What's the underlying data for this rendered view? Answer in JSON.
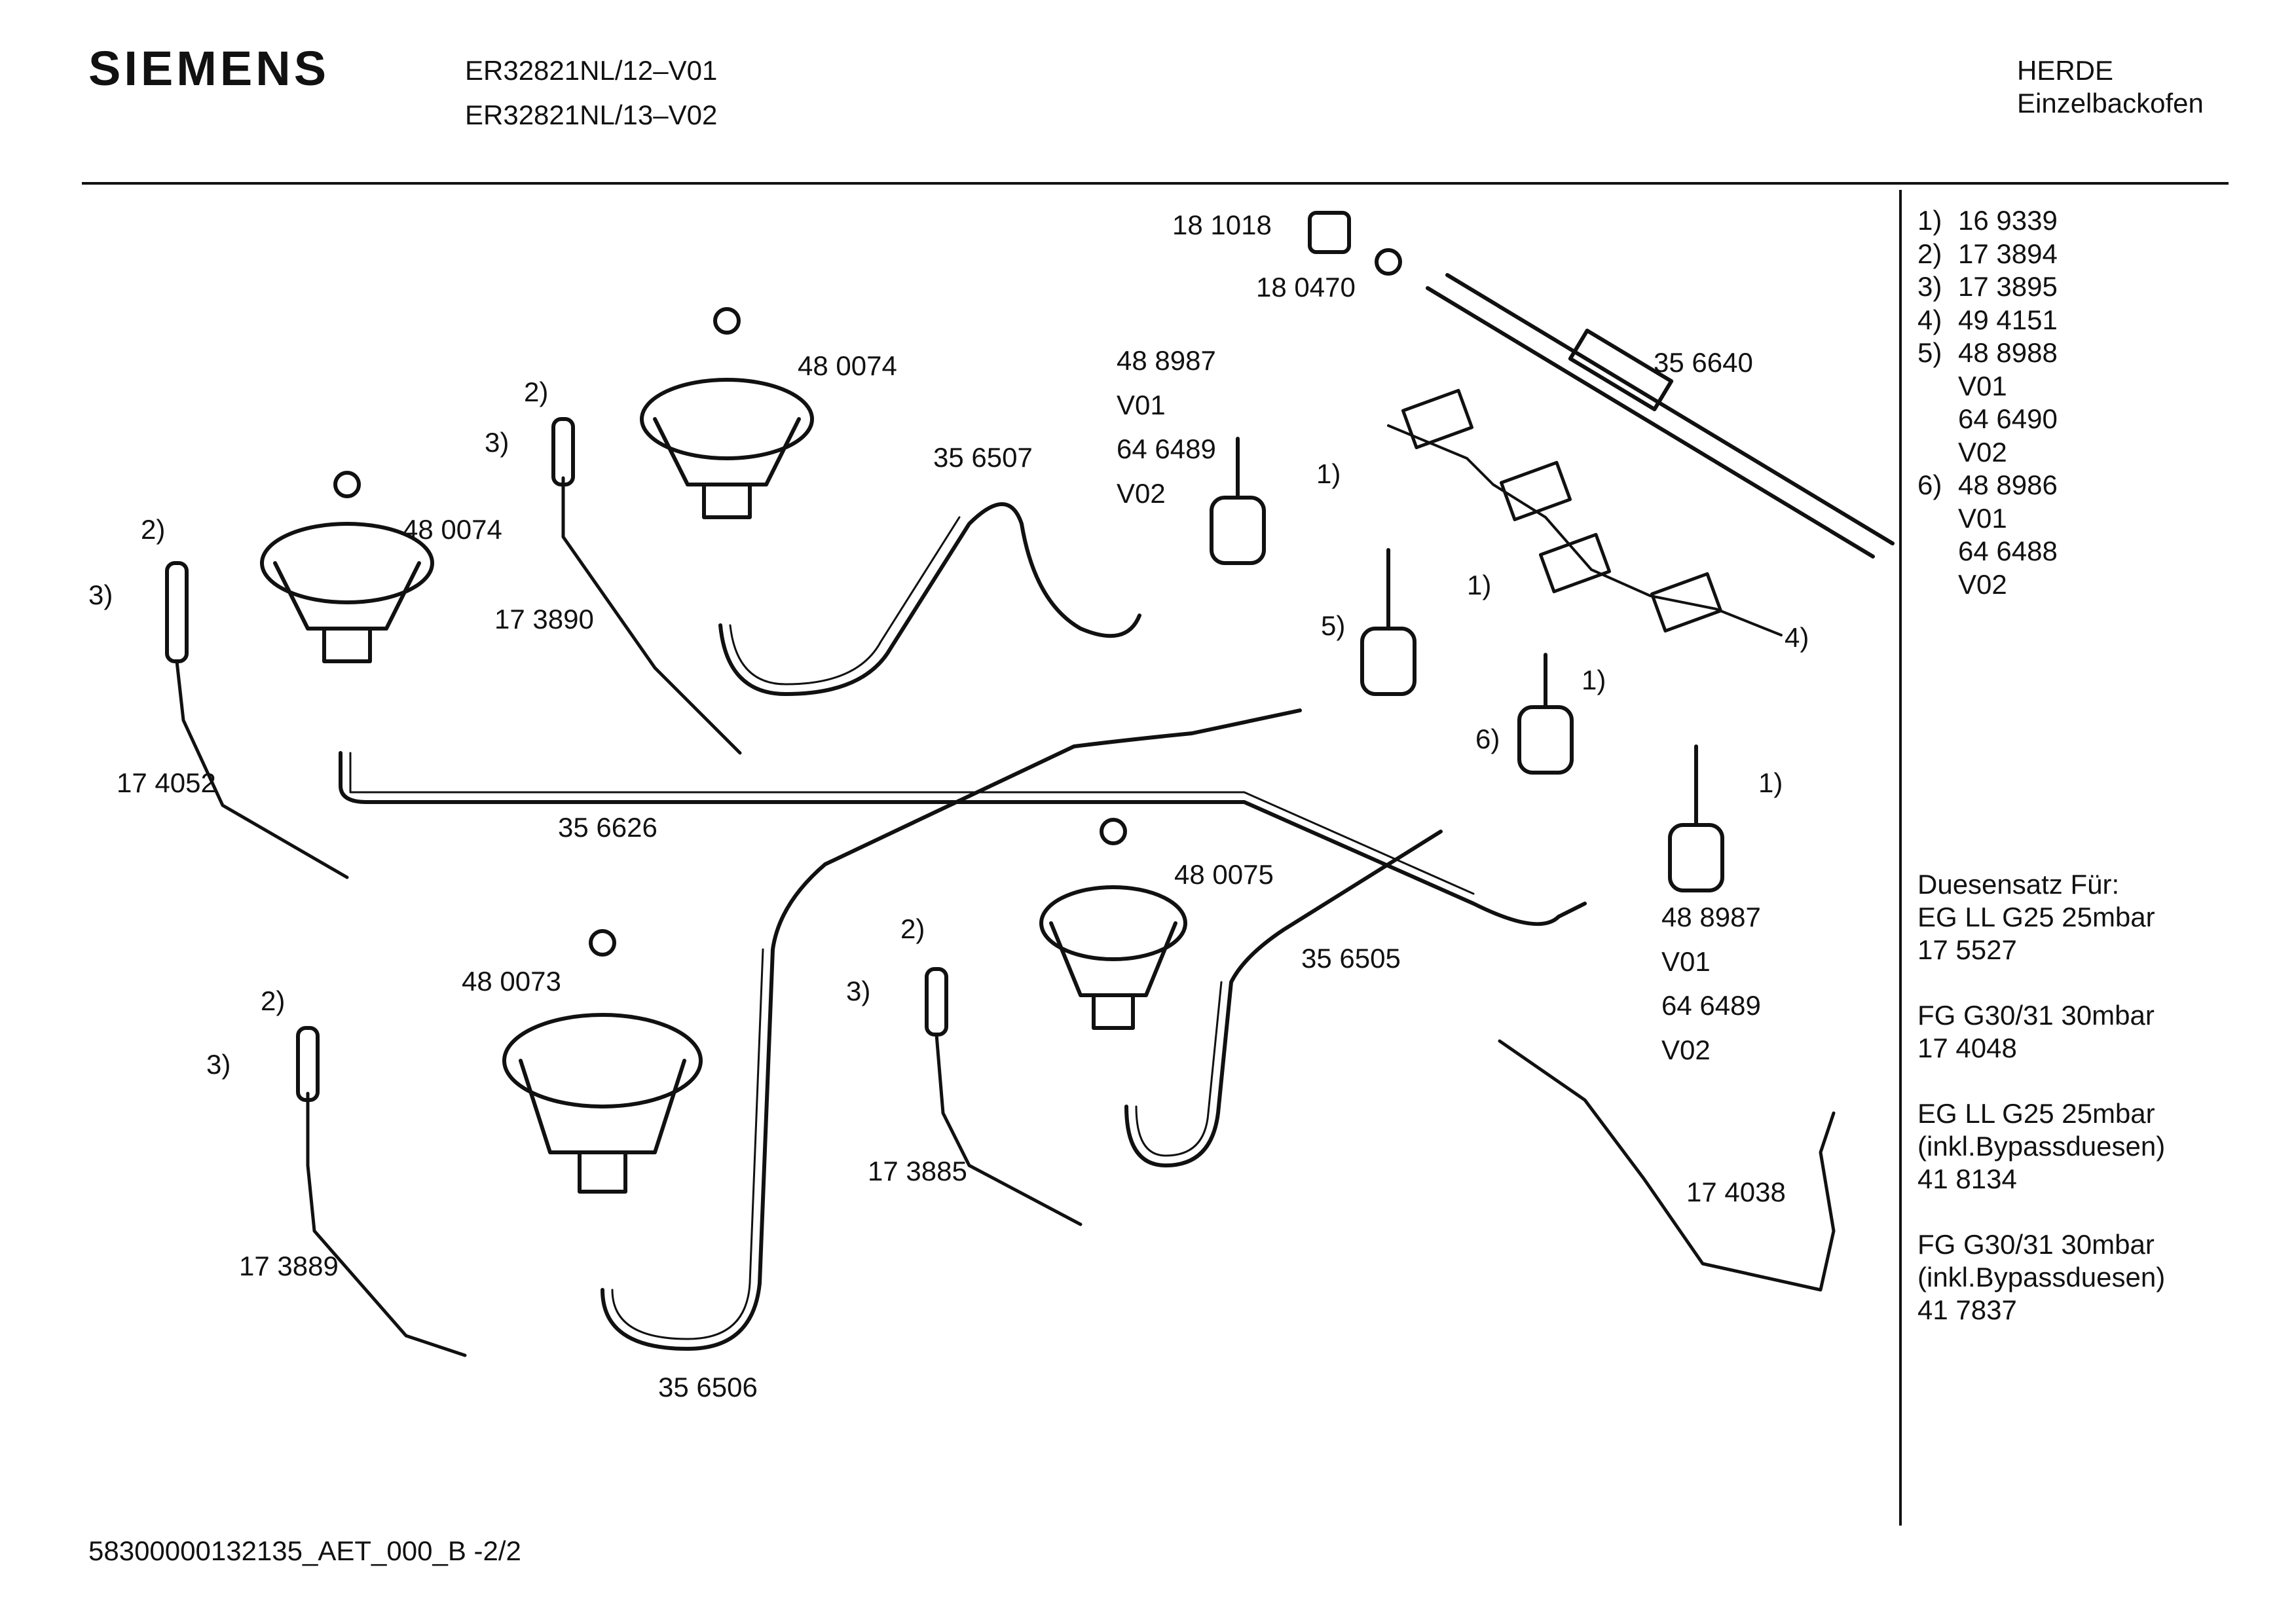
{
  "header": {
    "brand": "SIEMENS",
    "models": [
      "ER32821NL/12–V01",
      "ER32821NL/13–V02"
    ],
    "category": "HERDE",
    "subcategory": "Einzelbackofen"
  },
  "part_labels": {
    "p181018": "18 1018",
    "p180470": "18 0470",
    "p356640": "35 6640",
    "p480074a": "48 0074",
    "p488987a": "48 8987",
    "v01a": "V01",
    "p646489a": "64 6489",
    "v02a": "V02",
    "p356507": "35 6507",
    "n2a": "2)",
    "n3a": "3)",
    "n1a": "1)",
    "n2b": "2)",
    "n3b": "3)",
    "p480074b": "48 0074",
    "n1b": "1)",
    "n5": "5)",
    "p173890": "17 3890",
    "n1c": "1)",
    "n6": "6)",
    "n4": "4)",
    "p174052": "17 4052",
    "p356626": "35 6626",
    "n1d": "1)",
    "p480075": "48 0075",
    "n2c": "2)",
    "n3c": "3)",
    "p488987b": "48 8987",
    "v01b": "V01",
    "p646489b": "64 6489",
    "v02b": "V02",
    "p356505": "35 6505",
    "p480073": "48 0073",
    "n2d": "2)",
    "n3d": "3)",
    "p173885": "17 3885",
    "p174038": "17 4038",
    "p173889": "17 3889",
    "p356506": "35 6506"
  },
  "reference_list": [
    {
      "index": "1)",
      "lines": [
        "16 9339"
      ]
    },
    {
      "index": "2)",
      "lines": [
        "17 3894"
      ]
    },
    {
      "index": "3)",
      "lines": [
        "17 3895"
      ]
    },
    {
      "index": "4)",
      "lines": [
        "49 4151"
      ]
    },
    {
      "index": "5)",
      "lines": [
        "48 8988",
        "V01",
        "64 6490",
        "V02"
      ]
    },
    {
      "index": "6)",
      "lines": [
        "48 8986",
        "V01",
        "64 6488",
        "V02"
      ]
    }
  ],
  "nozzle_sets": {
    "title": "Duesensatz Für:",
    "groups": [
      [
        "EG LL G25 25mbar",
        "17 5527"
      ],
      [
        "FG G30/31 30mbar",
        "17 4048"
      ],
      [
        "EG LL G25 25mbar",
        "(inkl.Bypassduesen)",
        "41 8134"
      ],
      [
        "FG G30/31 30mbar",
        "(inkl.Bypassduesen)",
        "41 7837"
      ]
    ]
  },
  "footer": {
    "code": "58300000132135_AET_000_B  -2/2"
  }
}
